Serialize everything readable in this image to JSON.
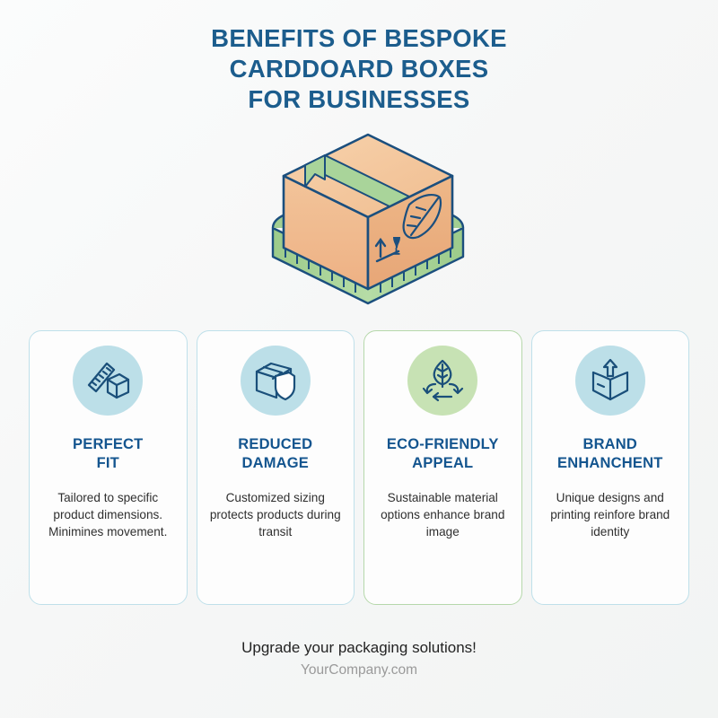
{
  "header": {
    "title_lines": [
      "BENEFITS OF BESPOKE",
      "CARDDOARD BOXES",
      "FOR BUSINESSES"
    ],
    "title_color": "#1c5d8d"
  },
  "hero": {
    "name": "isometric-cardboard-box-with-measuring-tape",
    "elements": [
      "cardboard-box",
      "green-tape-stripe",
      "leaf-stamp",
      "this-way-up-arrow-stamp",
      "fragile-glass-stamp",
      "measuring-tape-band"
    ],
    "colors": {
      "box_face": "#f0b98a",
      "box_top": "#f5cda6",
      "box_side": "#e8ab7b",
      "tape_green": "#a9d49a",
      "tape_band": "#9ccd8c",
      "outline": "#1b4f7e"
    }
  },
  "cards": [
    {
      "icon": "ruler-and-box-icon",
      "accent": "#bfe0ea",
      "circle_color": "#bcdfe8",
      "title": "PERFECT\nFIT",
      "title_lines": [
        "PERFECT",
        "FIT"
      ],
      "body": "Tailored to specific product dimensions. Minimines movement."
    },
    {
      "icon": "box-with-shield-icon",
      "accent": "#bfe0ea",
      "circle_color": "#bcdfe8",
      "title": "REDUCED\nDAMAGE",
      "title_lines": [
        "REDUCED",
        "DAMAGE"
      ],
      "body": "Customized sizing protects products during transit"
    },
    {
      "icon": "leaf-recycle-icon",
      "accent": "#b6d8ab",
      "circle_color": "#c7e2b4",
      "title": "ECO-FRIENDLY\nAPPEAL",
      "title_lines": [
        "ECO-FRIENDLY",
        "APPEAL"
      ],
      "body": "Sustainable material options enhance brand image"
    },
    {
      "icon": "box-with-up-arrow-icon",
      "accent": "#bfe0ea",
      "circle_color": "#bcdfe8",
      "title": "BRAND\nENHANCHENT",
      "title_lines": [
        "BRAND",
        "ENHANCHENT"
      ],
      "body": "Unique designs and printing reinfore brand identity"
    }
  ],
  "footer": {
    "cta": "Upgrade your packaging solutions!",
    "url": "YourCompany.com"
  },
  "theme": {
    "background": "#f7f8f8",
    "title_blue": "#1c5d8d",
    "card_title_blue": "#14558f",
    "icon_navy": "#1a4f7a",
    "body_text": "#2f2f2f",
    "url_gray": "#9a9a9a"
  }
}
